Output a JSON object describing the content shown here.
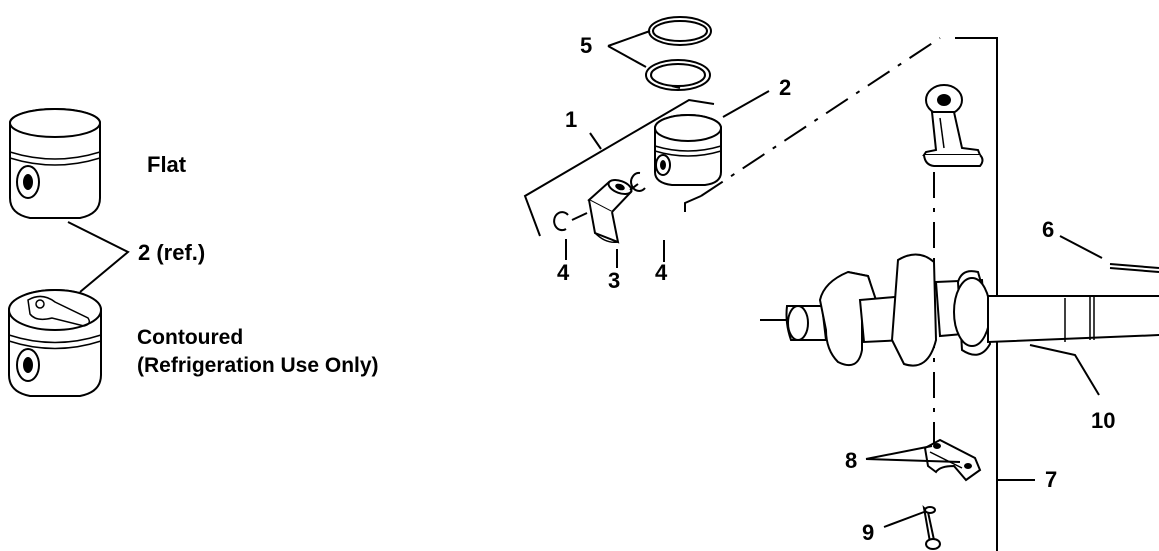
{
  "captions": {
    "flat": "Flat",
    "ref": "2 (ref.)",
    "contoured_line1": "Contoured",
    "contoured_line2": "(Refrigeration Use Only)"
  },
  "callouts": {
    "c1": "1",
    "c2": "2",
    "c3": "3",
    "c4a": "4",
    "c4b": "4",
    "c5": "5",
    "c6": "6",
    "c7": "7",
    "c8": "8",
    "c9": "9",
    "c10": "10"
  },
  "parts": [
    "flat-piston",
    "contoured-piston",
    "piston-rings",
    "piston",
    "piston-pin",
    "retaining-rings",
    "connecting-rod",
    "rod-cap",
    "rod-bolt",
    "crankshaft",
    "dipper"
  ]
}
